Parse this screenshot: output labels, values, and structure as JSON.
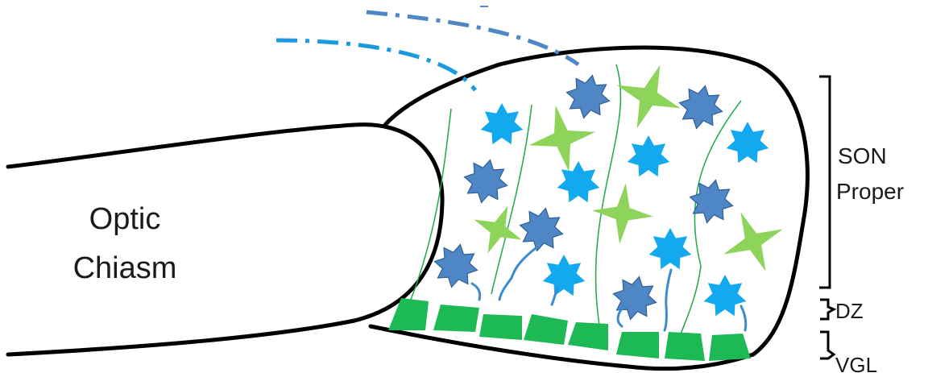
{
  "labels": {
    "chiasm_line1": "Optic",
    "chiasm_line2": "Chiasm",
    "son_line1": "SON",
    "son_line2": "Proper",
    "dz": "DZ",
    "vgl": "VGL"
  },
  "colors": {
    "outline": "#000000",
    "star_light": "#12A9EE",
    "star_dark": "#4F86C6",
    "star_dark_stroke": "#2F5F93",
    "four_point_star": "#8ED45B",
    "green_fiber": "#1FA84F",
    "glia_trapezoid": "#1DB954",
    "dashed_light": "#1B9AE0",
    "dashed_dark": "#4F86C6",
    "process_line": "#3B8BD0"
  }
}
